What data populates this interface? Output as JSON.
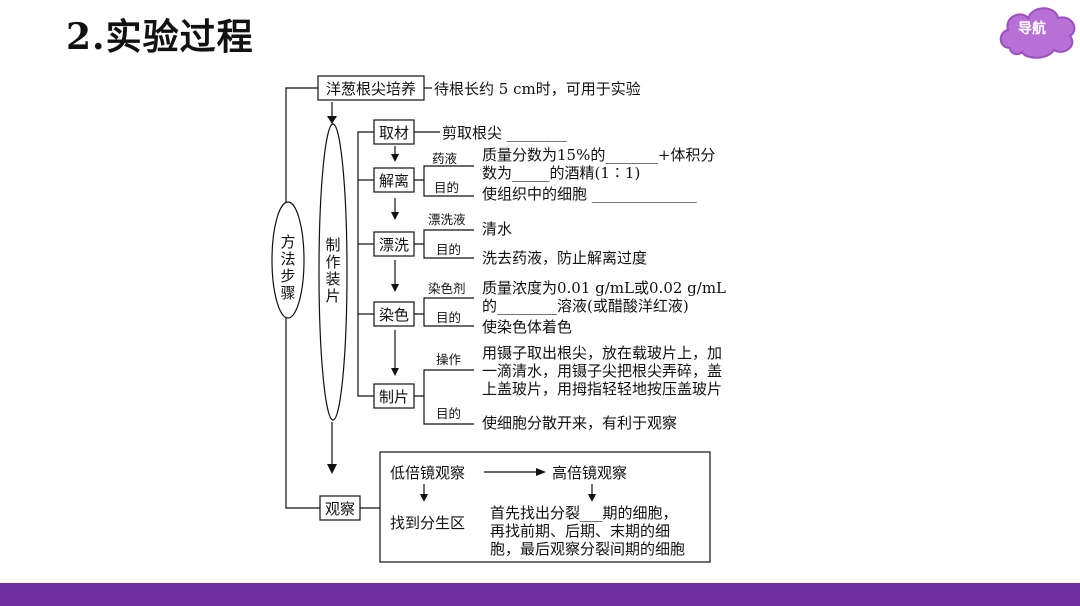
{
  "title": "2.实验过程",
  "nav": {
    "label": "导航"
  },
  "diagram": {
    "method_steps": "方法步骤",
    "make_slide": "制作装片",
    "culture": {
      "label": "洋葱根尖培养",
      "desc": "待根长约 5 cm时，可用于实验"
    },
    "take": {
      "label": "取材",
      "desc": "剪取根尖 ________"
    },
    "dissociate": {
      "label": "解离",
      "agent_label": "药液",
      "agent_line1": "质量分数为15%的_______+体积分",
      "agent_line2": "数为_____的酒精(1∶1)",
      "purpose_label": "目的",
      "purpose_text": "使组织中的细胞 ______________"
    },
    "rinse": {
      "label": "漂洗",
      "agent_label": "漂洗液",
      "agent_text": "清水",
      "purpose_label": "目的",
      "purpose_text": "洗去药液，防止解离过度"
    },
    "stain": {
      "label": "染色",
      "agent_label": "染色剂",
      "agent_line1": "质量浓度为0.01 g/mL或0.02 g/mL",
      "agent_line2": "的________溶液(或醋酸洋红液)",
      "purpose_label": "目的",
      "purpose_text": "使染色体着色"
    },
    "press": {
      "label": "制片",
      "op_label": "操作",
      "op_line1": "用镊子取出根尖，放在载玻片上，加",
      "op_line2": "一滴清水，用镊子尖把根尖弄碎，盖",
      "op_line3": "上盖玻片，用拇指轻轻地按压盖玻片",
      "purpose_label": "目的",
      "purpose_text": "使细胞分散开来，有利于观察"
    },
    "observe": {
      "label": "观察",
      "low": "低倍镜观察",
      "high": "高倍镜观察",
      "find": "找到分生区",
      "detail_line1": "首先找出分裂___期的细胞，",
      "detail_line2": "再找前期、后期、末期的细",
      "detail_line3": "胞，最后观察分裂间期的细胞"
    }
  }
}
